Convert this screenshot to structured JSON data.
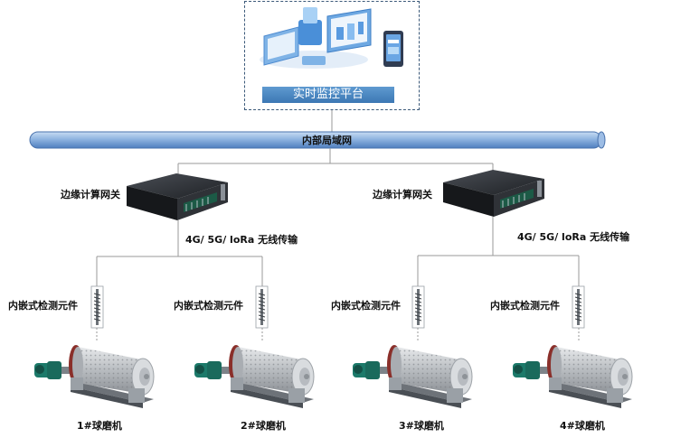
{
  "platform": {
    "label": "实时监控平台"
  },
  "network": {
    "label": "内部局域网"
  },
  "gateways": [
    {
      "label": "边缘计算网关",
      "transmission": "4G/ 5G/ loRa 无线传输"
    },
    {
      "label": "边缘计算网关",
      "transmission": "4G/ 5G/ loRa 无线传输"
    }
  ],
  "sensors": [
    {
      "label": "内嵌式检测元件"
    },
    {
      "label": "内嵌式检测元件"
    },
    {
      "label": "内嵌式检测元件"
    },
    {
      "label": "内嵌式检测元件"
    }
  ],
  "mills": [
    {
      "label": "1#球磨机"
    },
    {
      "label": "2#球磨机"
    },
    {
      "label": "3#球磨机"
    },
    {
      "label": "4#球磨机"
    }
  ],
  "colors": {
    "pipe": "#7aa2d8",
    "banner": "#4a86c2",
    "mill_body": "#c9ccd0",
    "motor": "#1c7a6a",
    "gateway": "#2a2d32"
  }
}
